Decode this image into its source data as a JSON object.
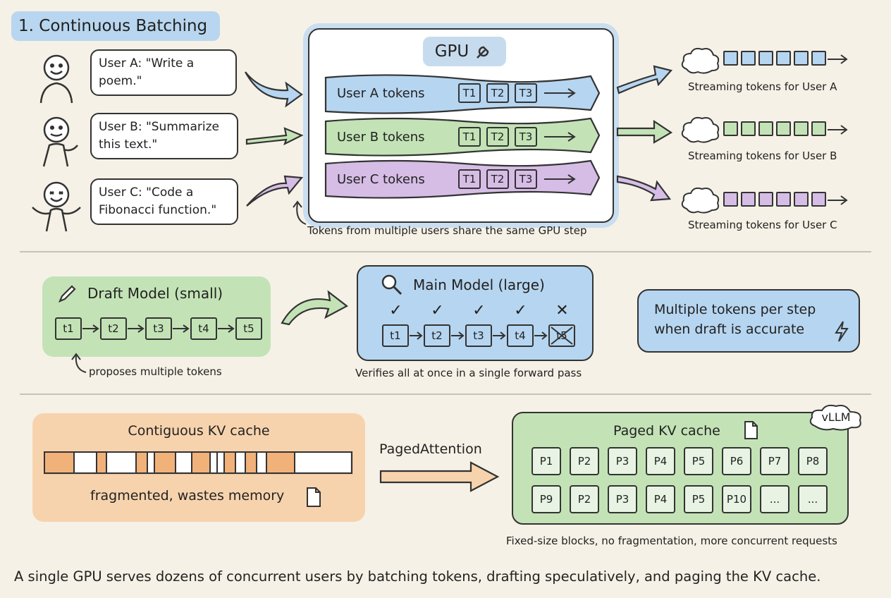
{
  "section_title": "1. Continuous Batching",
  "users": [
    {
      "line1": "User A: \"Write a",
      "line2": "poem.\""
    },
    {
      "line1": "User B: \"Summarize",
      "line2": "this text.\""
    },
    {
      "line1": "User C: \"Code a",
      "line2": "Fibonacci function.\""
    }
  ],
  "gpu": {
    "label": "GPU",
    "lanes": [
      {
        "label": "User A tokens",
        "tokens": [
          "T1",
          "T2",
          "T3"
        ],
        "color": "#b6d5f0"
      },
      {
        "label": "User B tokens",
        "tokens": [
          "T1",
          "T2",
          "T3"
        ],
        "color": "#c3e3b6"
      },
      {
        "label": "User C tokens",
        "tokens": [
          "T1",
          "T2",
          "T3"
        ],
        "color": "#d6bde6"
      }
    ],
    "caption": "Tokens from multiple users share the same GPU step"
  },
  "streams": [
    {
      "label": "Streaming tokens for User A",
      "color": "#b6d5f0"
    },
    {
      "label": "Streaming tokens for User B",
      "color": "#c3e3b6"
    },
    {
      "label": "Streaming tokens for User C",
      "color": "#d6bde6"
    }
  ],
  "speculative": {
    "draft_title": "Draft Model (small)",
    "draft_tokens": [
      "t1",
      "t2",
      "t3",
      "t4",
      "t5"
    ],
    "draft_caption": "proposes multiple tokens",
    "main_title": "Main Model (large)",
    "main_tokens": [
      "t1",
      "t2",
      "t3",
      "t4",
      "t5"
    ],
    "main_marks": [
      "✓",
      "✓",
      "✓",
      "✓",
      "✕"
    ],
    "main_caption": "Verifies all at once in a single forward pass",
    "note_line1": "Multiple tokens per step",
    "note_line2": "when draft is accurate"
  },
  "kv": {
    "contiguous_title": "Contiguous KV cache",
    "contiguous_caption": "fragmented, wastes memory",
    "arrow_label": "PagedAttention",
    "paged_title": "Paged KV cache",
    "vllm_badge": "vLLM",
    "row1": [
      "P1",
      "P2",
      "P3",
      "P4",
      "P5",
      "P6",
      "P7",
      "P8"
    ],
    "row2": [
      "P9",
      "P2",
      "P3",
      "P4",
      "P5",
      "P10",
      "...",
      "..."
    ],
    "paged_caption": "Fixed-size blocks, no fragmentation, more concurrent requests"
  },
  "footer": "A single GPU serves dozens of concurrent users by batching tokens, drafting speculatively, and paging the KV cache.",
  "colors": {
    "background": "#f6f1e6",
    "blue": "#b6d5f0",
    "green": "#c3e3b6",
    "purple": "#d6bde6",
    "orange": "#f7d3ad"
  }
}
